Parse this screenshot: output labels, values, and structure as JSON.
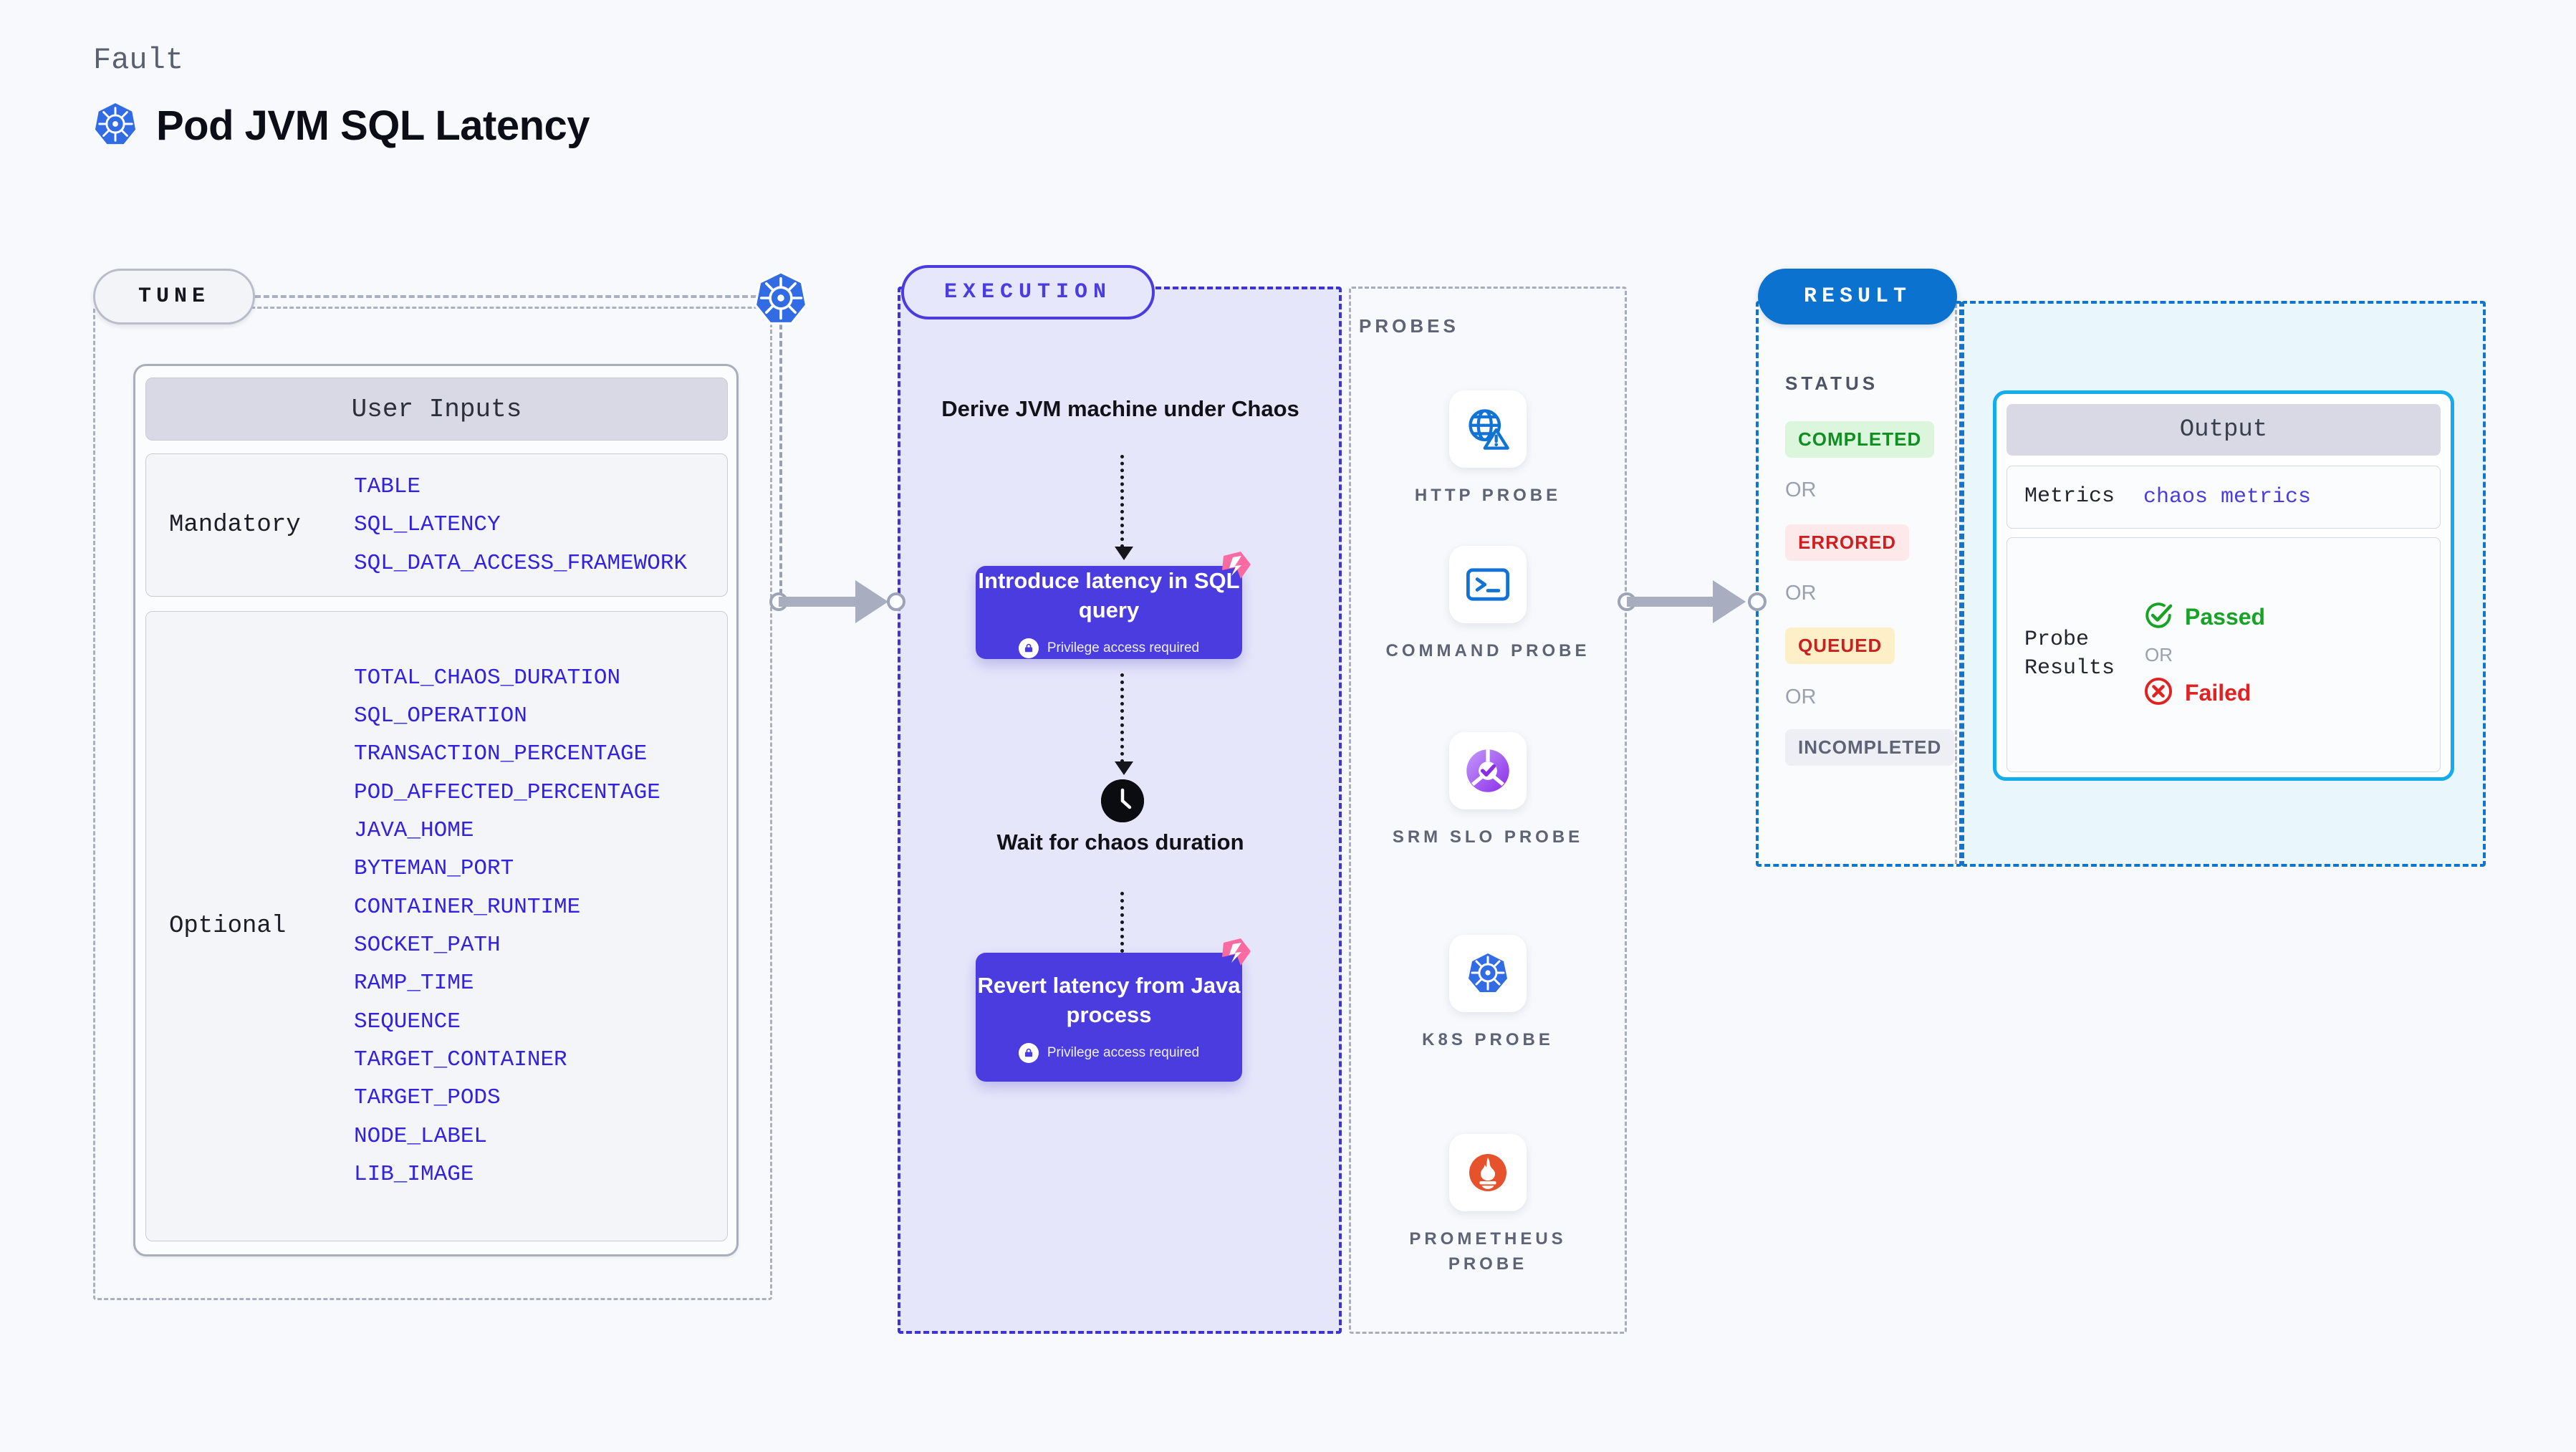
{
  "header": {
    "eyebrow": "Fault",
    "title": "Pod JVM SQL Latency",
    "icon": "kubernetes-logo"
  },
  "tune": {
    "pill_label": "TUNE",
    "card_title": "User Inputs",
    "groups": [
      {
        "label": "Mandatory",
        "params": [
          "TABLE",
          "SQL_LATENCY",
          "SQL_DATA_ACCESS_FRAMEWORK"
        ]
      },
      {
        "label": "Optional",
        "params": [
          "TOTAL_CHAOS_DURATION",
          "SQL_OPERATION",
          "TRANSACTION_PERCENTAGE",
          "POD_AFFECTED_PERCENTAGE",
          "JAVA_HOME",
          "BYTEMAN_PORT",
          "CONTAINER_RUNTIME",
          "SOCKET_PATH",
          "RAMP_TIME",
          "SEQUENCE",
          "TARGET_CONTAINER",
          "TARGET_PODS",
          "NODE_LABEL",
          "LIB_IMAGE"
        ]
      }
    ]
  },
  "execution": {
    "pill_label": "EXECUTION",
    "step_1_text": "Derive JVM machine under Chaos",
    "step_2": {
      "title": "Introduce latency in SQL query",
      "privilege_note": "Privilege access required",
      "badge": "litmus-chaos-icon"
    },
    "step_3_text": "Wait for chaos duration",
    "step_3_icon": "clock-icon",
    "step_4": {
      "title": "Revert latency from Java process",
      "privilege_note": "Privilege access required",
      "badge": "litmus-chaos-icon"
    }
  },
  "probes": {
    "section_label": "PROBES",
    "items": [
      {
        "name": "HTTP PROBE",
        "icon": "globe-warning-icon"
      },
      {
        "name": "COMMAND PROBE",
        "icon": "terminal-icon"
      },
      {
        "name": "SRM SLO PROBE",
        "icon": "srm-slo-icon"
      },
      {
        "name": "K8S PROBE",
        "icon": "kubernetes-logo"
      },
      {
        "name": "PROMETHEUS PROBE",
        "icon": "prometheus-logo"
      }
    ]
  },
  "result": {
    "pill_label": "RESULT",
    "status_label": "STATUS",
    "or_text": "OR",
    "statuses": [
      {
        "label": "COMPLETED",
        "bg": "#dcf5dd",
        "fg": "#0f8f20"
      },
      {
        "label": "ERRORED",
        "bg": "#fde9e9",
        "fg": "#cc2020"
      },
      {
        "label": "QUEUED",
        "bg": "#fdefc8",
        "fg": "#cc2020"
      },
      {
        "label": "INCOMPLETED",
        "bg": "#eeeff4",
        "fg": "#5e6476"
      }
    ],
    "output": {
      "header": "Output",
      "metrics_key": "Metrics",
      "metrics_value": "chaos metrics",
      "probe_results_key": "Probe Results",
      "passed_label": "Passed",
      "or_label": "OR",
      "failed_label": "Failed"
    }
  },
  "colors": {
    "page_bg": "#f8f9fc",
    "accent_purple": "#4b3ce0",
    "accent_blue": "#0b72cf",
    "accent_cyan": "#13aced",
    "param_link": "#3322dd",
    "k8s_blue": "#326ce5",
    "litmus_pink": "#f96aa0",
    "prometheus_orange": "#e6522c"
  }
}
